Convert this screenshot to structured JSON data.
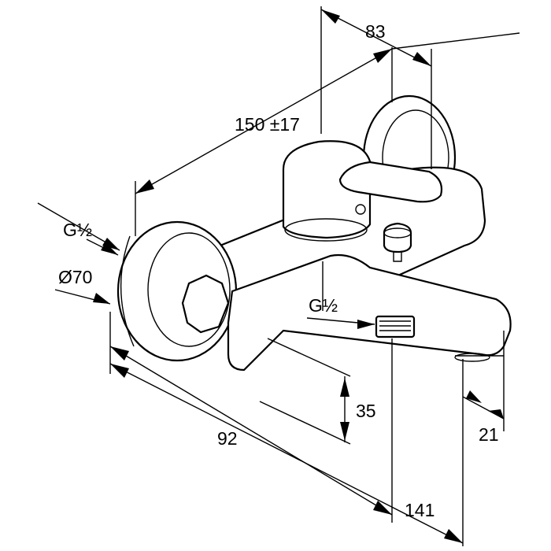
{
  "figure": {
    "dimensions": {
      "width_top": "83",
      "center_distance": "150 ±17",
      "thread_left": "G½",
      "diameter": "Ø70",
      "thread_spout": "G½",
      "spout_height": "35",
      "depth": "92",
      "spout_offset": "21",
      "projection": "141"
    }
  }
}
